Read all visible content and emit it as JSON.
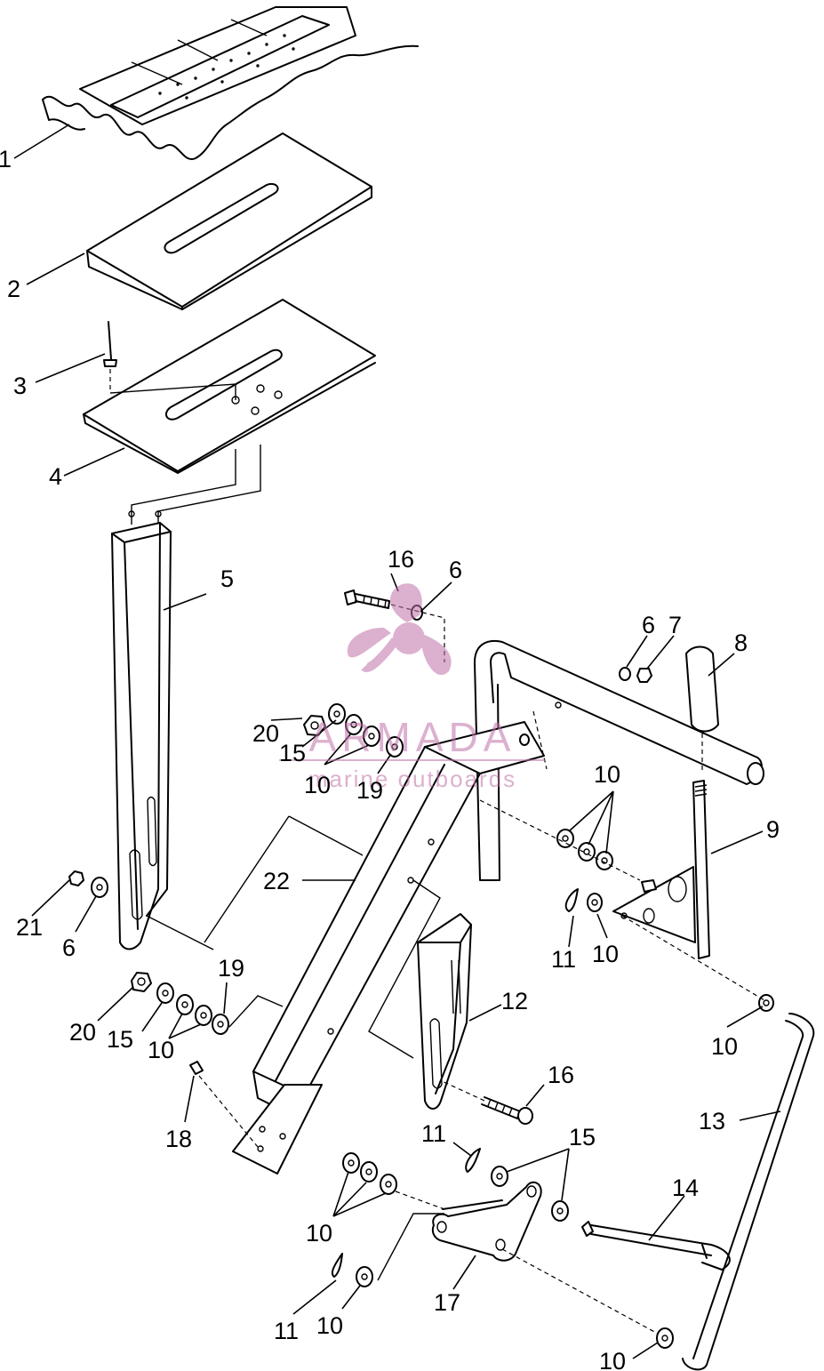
{
  "watermark": {
    "brand": "ARMADA",
    "tagline": "marine outboards",
    "color": "#c070a8"
  },
  "callouts": [
    {
      "id": "c1",
      "label": "1"
    },
    {
      "id": "c2",
      "label": "2"
    },
    {
      "id": "c3",
      "label": "3"
    },
    {
      "id": "c4",
      "label": "4"
    },
    {
      "id": "c5",
      "label": "5"
    },
    {
      "id": "c16a",
      "label": "16"
    },
    {
      "id": "c6a",
      "label": "6"
    },
    {
      "id": "c6b",
      "label": "6"
    },
    {
      "id": "c7",
      "label": "7"
    },
    {
      "id": "c8",
      "label": "8"
    },
    {
      "id": "c20a",
      "label": "20"
    },
    {
      "id": "c15a",
      "label": "15"
    },
    {
      "id": "c10a",
      "label": "10"
    },
    {
      "id": "c19a",
      "label": "19"
    },
    {
      "id": "c10b",
      "label": "10"
    },
    {
      "id": "c9",
      "label": "9"
    },
    {
      "id": "c22",
      "label": "22"
    },
    {
      "id": "c21",
      "label": "21"
    },
    {
      "id": "c6c",
      "label": "6"
    },
    {
      "id": "c11a",
      "label": "11"
    },
    {
      "id": "c10c",
      "label": "10"
    },
    {
      "id": "c19b",
      "label": "19"
    },
    {
      "id": "c12",
      "label": "12"
    },
    {
      "id": "c20b",
      "label": "20"
    },
    {
      "id": "c15b",
      "label": "15"
    },
    {
      "id": "c10d",
      "label": "10"
    },
    {
      "id": "c10e",
      "label": "10"
    },
    {
      "id": "c16b",
      "label": "16"
    },
    {
      "id": "c18",
      "label": "18"
    },
    {
      "id": "c13",
      "label": "13"
    },
    {
      "id": "c11b",
      "label": "11"
    },
    {
      "id": "c15c",
      "label": "15"
    },
    {
      "id": "c14",
      "label": "14"
    },
    {
      "id": "c10f",
      "label": "10"
    },
    {
      "id": "c17",
      "label": "17"
    },
    {
      "id": "c11c",
      "label": "11"
    },
    {
      "id": "c10g",
      "label": "10"
    },
    {
      "id": "c10h",
      "label": "10"
    }
  ]
}
